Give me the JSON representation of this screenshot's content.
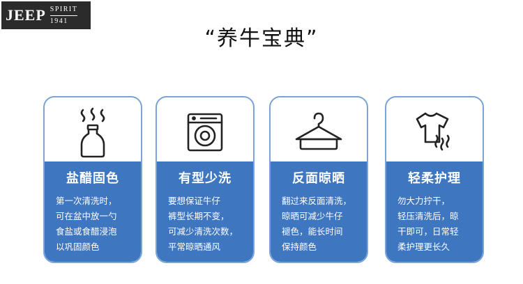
{
  "brand": {
    "name": "JEEP",
    "line1": "SPIRIT",
    "line2": "1941"
  },
  "title": "“养牛宝典”",
  "cards": [
    {
      "icon": "bottle-icon",
      "title": "盐醋固色",
      "lines": [
        "第一次清洗时，",
        "可在盆中放一勺",
        "食盐或食醋浸泡",
        "以巩固颜色"
      ]
    },
    {
      "icon": "washing-machine-icon",
      "title": "有型少洗",
      "lines": [
        "要想保证牛仔",
        "裤型长期不变，",
        "可减少清洗次数，",
        "平常晾晒通风"
      ]
    },
    {
      "icon": "hanger-icon",
      "title": "反面晾晒",
      "lines": [
        "翻过来反面清洗，",
        "晾晒可减少牛仔",
        "褪色，能长时间",
        "保持颜色"
      ]
    },
    {
      "icon": "tshirt-icon",
      "title": "轻柔护理",
      "lines": [
        "勿大力拧干，",
        "轻压清洗后，晾",
        "干即可，日常轻",
        "柔护理更长久"
      ]
    }
  ]
}
